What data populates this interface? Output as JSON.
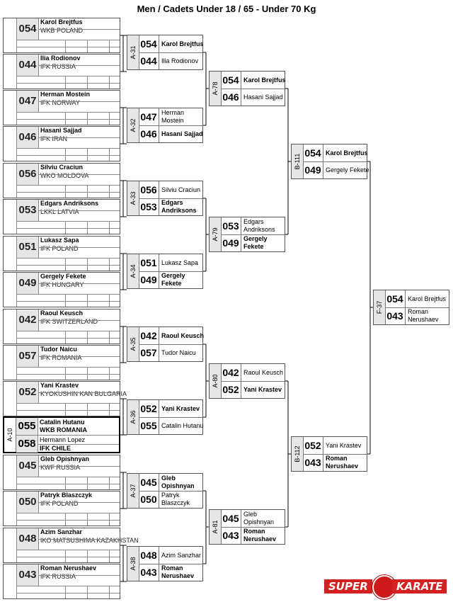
{
  "title": "Men / Cadets Under 18 / 65 - Under 70 Kg",
  "entries": [
    {
      "num": "054",
      "name": "Karol Brejtfus",
      "club": "WKB POLAND"
    },
    {
      "num": "044",
      "name": "Ilia Rodionov",
      "club": "IFK RUSSIA"
    },
    {
      "num": "047",
      "name": "Herman Mostein",
      "club": "IFK NORWAY"
    },
    {
      "num": "046",
      "name": "Hasani Sajjad",
      "club": "IFK IRAN"
    },
    {
      "num": "056",
      "name": "Silviu Craciun",
      "club": "WKO MOLDOVA"
    },
    {
      "num": "053",
      "name": "Edgars Andriksons",
      "club": "LKKL LATVIA"
    },
    {
      "num": "051",
      "name": "Lukasz Sapa",
      "club": "IFK POLAND"
    },
    {
      "num": "049",
      "name": "Gergely Fekete",
      "club": "IFK HUNGARY"
    },
    {
      "num": "042",
      "name": "Raoul Keusch",
      "club": "IFK SWITZERLAND"
    },
    {
      "num": "057",
      "name": "Tudor Naicu",
      "club": "IFK ROMANIA"
    },
    {
      "num": "052",
      "name": "Yani Krastev",
      "club": "KYOKUSHIN KAN BULGARIA"
    },
    {
      "num": "045",
      "name": "Gleb Opishnyan",
      "club": "KWF RUSSIA"
    },
    {
      "num": "050",
      "name": "Patryk Blaszczyk",
      "club": "IFK POLAND"
    },
    {
      "num": "048",
      "name": "Azim Sanzhar",
      "club": "IKO MATSUSHIMA KAZAKHSTAN"
    },
    {
      "num": "043",
      "name": "Roman Nerushaev",
      "club": "IFK RUSSIA"
    }
  ],
  "prelim": {
    "label": "A-10",
    "top": {
      "num": "055",
      "name": "Catalin Hutanu",
      "club": "WKB ROMANIA"
    },
    "bottom": {
      "num": "058",
      "name": "Hermann Lopez",
      "club": "IFK CHILE"
    }
  },
  "round1": [
    {
      "label": "A-31",
      "top": {
        "num": "054",
        "name": "Karol Brejtfus"
      },
      "bottom": {
        "num": "044",
        "name": "Ilia Rodionov"
      },
      "winner": "top"
    },
    {
      "label": "A-32",
      "top": {
        "num": "047",
        "name": "Herman Mostein"
      },
      "bottom": {
        "num": "046",
        "name": "Hasani Sajjad"
      },
      "winner": "bottom"
    },
    {
      "label": "A-33",
      "top": {
        "num": "056",
        "name": "Silviu Craciun"
      },
      "bottom": {
        "num": "053",
        "name": "Edgars Andriksons"
      },
      "winner": "bottom"
    },
    {
      "label": "A-34",
      "top": {
        "num": "051",
        "name": "Lukasz Sapa"
      },
      "bottom": {
        "num": "049",
        "name": "Gergely Fekete"
      },
      "winner": "bottom"
    },
    {
      "label": "A-35",
      "top": {
        "num": "042",
        "name": "Raoul Keusch"
      },
      "bottom": {
        "num": "057",
        "name": "Tudor Naicu"
      },
      "winner": "top"
    },
    {
      "label": "A-36",
      "top": {
        "num": "052",
        "name": "Yani Krastev"
      },
      "bottom": {
        "num": "055",
        "name": "Catalin Hutanu"
      },
      "winner": "top"
    },
    {
      "label": "A-37",
      "top": {
        "num": "045",
        "name": "Gleb Opishnyan"
      },
      "bottom": {
        "num": "050",
        "name": "Patryk Blaszczyk"
      },
      "winner": "top"
    },
    {
      "label": "A-38",
      "top": {
        "num": "048",
        "name": "Azim Sanzhar"
      },
      "bottom": {
        "num": "043",
        "name": "Roman Nerushaev"
      },
      "winner": "bottom"
    }
  ],
  "round2": [
    {
      "label": "A-78",
      "top": {
        "num": "054",
        "name": "Karol Brejtfus"
      },
      "bottom": {
        "num": "046",
        "name": "Hasani Sajjad"
      },
      "winner": "top"
    },
    {
      "label": "A-79",
      "top": {
        "num": "053",
        "name": "Edgars Andriksons"
      },
      "bottom": {
        "num": "049",
        "name": "Gergely Fekete"
      },
      "winner": "bottom"
    },
    {
      "label": "A-80",
      "top": {
        "num": "042",
        "name": "Raoul Keusch"
      },
      "bottom": {
        "num": "052",
        "name": "Yani Krastev"
      },
      "winner": "bottom"
    },
    {
      "label": "A-81",
      "top": {
        "num": "045",
        "name": "Gleb Opishnyan"
      },
      "bottom": {
        "num": "043",
        "name": "Roman Nerushaev"
      },
      "winner": "bottom"
    }
  ],
  "round3": [
    {
      "label": "B-111",
      "top": {
        "num": "054",
        "name": "Karol Brejtfus"
      },
      "bottom": {
        "num": "049",
        "name": "Gergely Fekete"
      },
      "winner": "top"
    },
    {
      "label": "B-112",
      "top": {
        "num": "052",
        "name": "Yani Krastev"
      },
      "bottom": {
        "num": "043",
        "name": "Roman Nerushaev"
      },
      "winner": "bottom"
    }
  ],
  "final": {
    "label": "F-37",
    "top": {
      "num": "054",
      "name": "Karol Brejtfus"
    },
    "bottom": {
      "num": "043",
      "name": "Roman Nerushaev"
    },
    "winner": "none"
  },
  "logo": {
    "left": "SUPER",
    "right": "KARATE",
    "color": "#d32020"
  }
}
